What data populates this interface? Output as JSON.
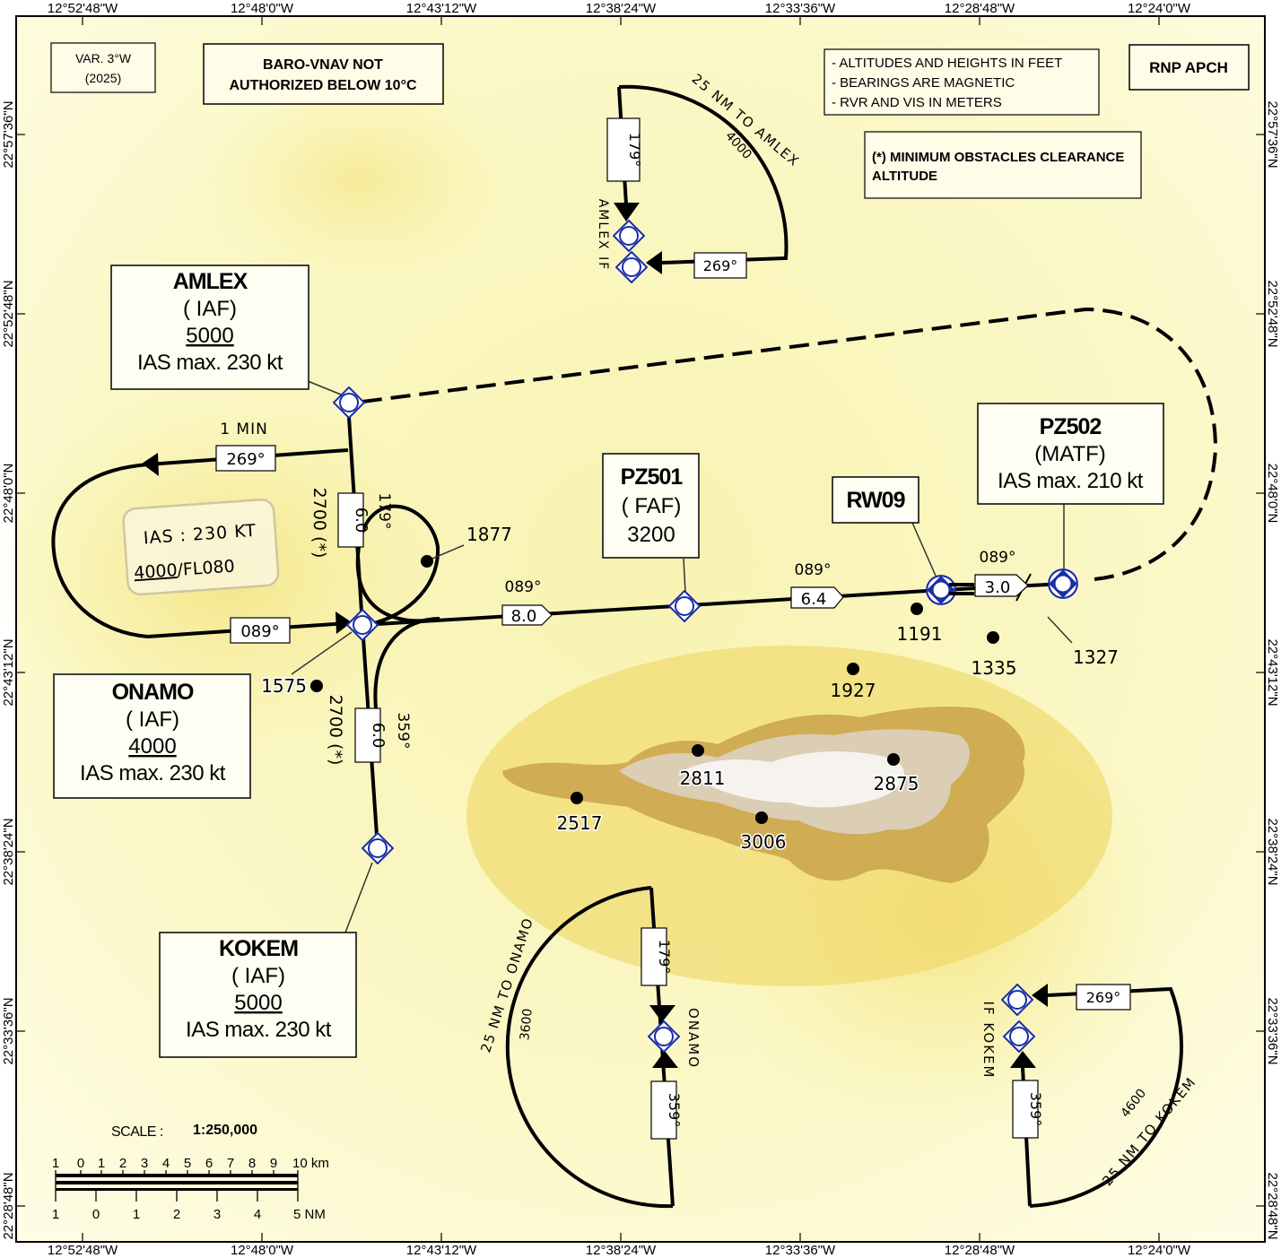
{
  "coords": {
    "top": [
      "12°52'48\"W",
      "12°48'0\"W",
      "12°43'12\"W",
      "12°38'24\"W",
      "12°33'36\"W",
      "12°28'48\"W",
      "12°24'0\"W"
    ],
    "bottom": [
      "12°52'48\"W",
      "12°48'0\"W",
      "12°43'12\"W",
      "12°38'24\"W",
      "12°33'36\"W",
      "12°28'48\"W",
      "12°24'0\"W"
    ],
    "left": [
      "22°57'36\"N",
      "22°52'48\"N",
      "22°48'0\"N",
      "22°43'12\"N",
      "22°38'24\"N",
      "22°33'36\"N",
      "22°28'48\"N"
    ],
    "right": [
      "22°57'36\"N",
      "22°52'48\"N",
      "22°48'0\"N",
      "22°43'12\"N",
      "22°38'24\"N",
      "22°33'36\"N",
      "22°28'48\"N"
    ]
  },
  "notes": {
    "var_line1": "VAR. 3°W",
    "var_line2": "(2025)",
    "baro_line1": "BARO-VNAV NOT",
    "baro_line2": "AUTHORIZED BELOW 10°C",
    "info1": "- ALTITUDES AND HEIGHTS IN FEET",
    "info2": "- BEARINGS ARE MAGNETIC",
    "info3": "- RVR AND VIS IN METERS",
    "rnp": "RNP APCH",
    "moca_line1": "(*) MINIMUM OBSTACLES CLEARANCE",
    "moca_line2": "ALTITUDE"
  },
  "waypoints": {
    "amlex": {
      "name": "AMLEX",
      "role": "( IAF)",
      "alt": "5000",
      "speed": "IAS max. 230 kt"
    },
    "onamo": {
      "name": "ONAMO",
      "role": "( IAF)",
      "alt": "4000",
      "speed": "IAS max. 230 kt"
    },
    "kokem": {
      "name": "KOKEM",
      "role": "( IAF)",
      "alt": "5000",
      "speed": "IAS max. 230 kt"
    },
    "pz501": {
      "name": "PZ501",
      "role": "( FAF)",
      "alt": "3200"
    },
    "pz502": {
      "name": "PZ502",
      "role": "(MATF)",
      "speed": "IAS max. 210 kt"
    },
    "rw09": {
      "name": "RW09"
    }
  },
  "holding": {
    "time": "1 MIN",
    "outbound": "269°",
    "inbound": "089°",
    "speed": "IAS : 230 KT",
    "alt": "4000",
    "alt_suffix": "/FL080"
  },
  "legs": {
    "amlex_course": "179°",
    "amlex_dist": "6.0",
    "amlex_msa": "2700 (*)",
    "kokem_course": "359°",
    "kokem_dist": "6.0",
    "kokem_msa": "2700 (*)",
    "final1_course": "089°",
    "final1_dist": "8.0",
    "final2_course": "089°",
    "final2_dist": "6.4",
    "final3_course": "089°",
    "final3_dist": "3.0"
  },
  "taa": {
    "amlex": {
      "arc": "25 NM TO AMLEX",
      "alt": "4000",
      "course": "179°",
      "outbound": "269°",
      "fix": "AMLEX  IF"
    },
    "onamo": {
      "arc": "25 NM TO ONAMO",
      "alt": "3600",
      "course1": "179°",
      "course2": "359°",
      "fix": "ONAMO"
    },
    "kokem": {
      "arc": "25 NM TO KOKEM",
      "alt": "4600",
      "course": "359°",
      "outbound": "269°",
      "fix": "IF  KOKEM"
    }
  },
  "spot_elevations": [
    "1877",
    "1575",
    "1191",
    "1335",
    "1327",
    "1927",
    "2811",
    "2875",
    "2517",
    "3006"
  ],
  "scale": {
    "label": "SCALE :",
    "ratio": "1:250,000",
    "km_ticks": [
      "1",
      "0",
      "1",
      "2",
      "3",
      "4",
      "5",
      "6",
      "7",
      "8",
      "9",
      "10 km"
    ],
    "nm_ticks": [
      "1",
      "0",
      "1",
      "2",
      "3",
      "4",
      "5 NM"
    ]
  },
  "colors": {
    "terrain_low": "#fdfbd4",
    "terrain_mid": "#f0e070",
    "terrain_high": "#b5843e",
    "fix_symbol": "#1a2ea6"
  }
}
